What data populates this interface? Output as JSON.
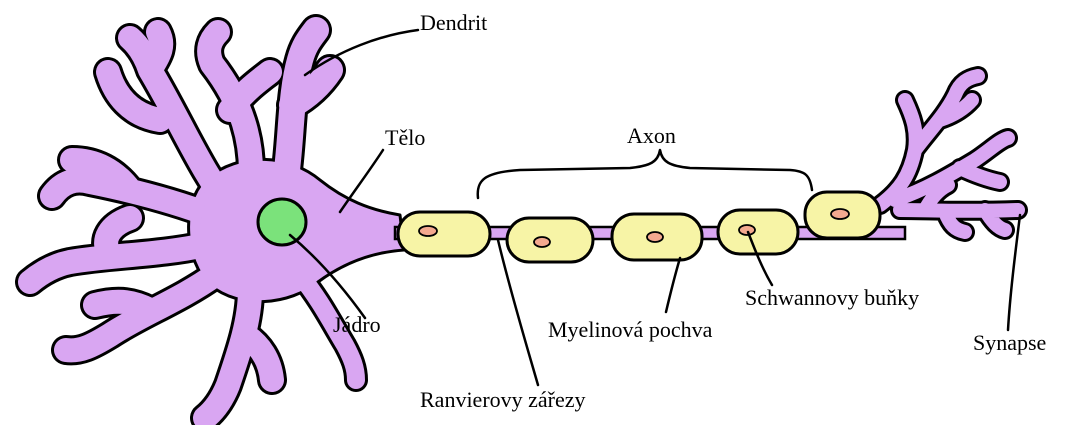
{
  "labels": {
    "dendrit": "Dendrit",
    "telo": "Tělo",
    "axon": "Axon",
    "jadro": "Jádro",
    "myelin": "Myelinová pochva",
    "ranvier": "Ranvierovy zářezy",
    "schwann": "Schwannovy buňky",
    "synapse": "Synapse"
  },
  "colors": {
    "neuron": "#d9a6f2",
    "nucleus": "#7be27b",
    "myelin": "#f7f4a6",
    "schwann_nucleus": "#f4a98f"
  }
}
